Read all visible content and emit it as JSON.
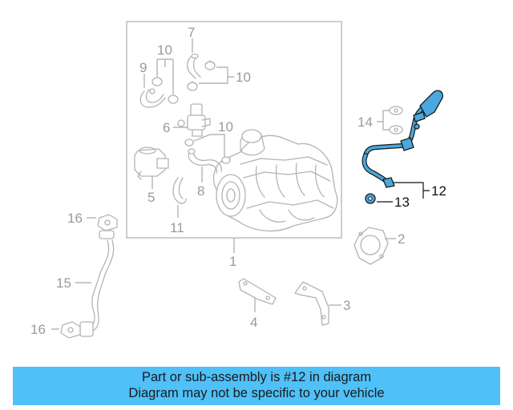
{
  "diagram": {
    "labels": {
      "p1": "1",
      "p2": "2",
      "p3": "3",
      "p4": "4",
      "p5": "5",
      "p6": "6",
      "p7": "7",
      "p8": "8",
      "p9": "9",
      "p10a": "10",
      "p10b": "10",
      "p10c": "10",
      "p11": "11",
      "p12": "12",
      "p13": "13",
      "p14": "14",
      "p15": "15",
      "p16a": "16",
      "p16b": "16"
    },
    "highlighted_part": "12",
    "highlight_color": "#4aa8e0"
  },
  "banner": {
    "line1": "Part or sub-assembly is #12 in diagram",
    "line2": "Diagram may not be specific to your vehicle",
    "background": "#4fc0f8"
  }
}
